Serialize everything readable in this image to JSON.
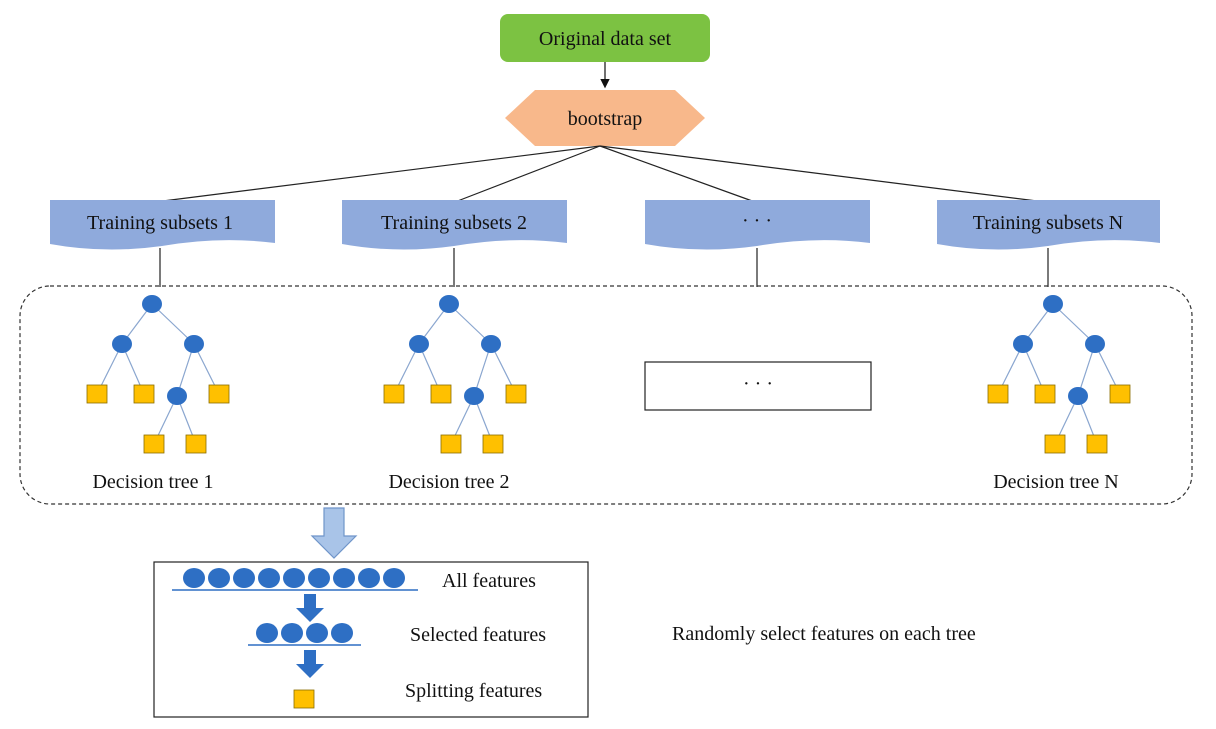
{
  "diagram": {
    "root": {
      "label": "Original data set",
      "color": "#7cc242"
    },
    "bootstrap": {
      "label": "bootstrap",
      "color": "#f8b88b"
    },
    "subsets": [
      {
        "label": "Training subsets 1"
      },
      {
        "label": "Training subsets 2"
      },
      {
        "label": "· · ·"
      },
      {
        "label": "Training subsets N"
      }
    ],
    "subset_color": "#8faadc",
    "trees": [
      {
        "label": "Decision tree 1"
      },
      {
        "label": "Decision tree 2"
      },
      {
        "label": "· · ·"
      },
      {
        "label": "Decision tree N"
      }
    ],
    "node_color": "#2e6fc4",
    "leaf_color": "#ffc000",
    "features": {
      "all_label": "All features",
      "all_count": 9,
      "selected_label": "Selected features",
      "selected_count": 4,
      "splitting_label": "Splitting features"
    },
    "side_note": "Randomly select features on each tree"
  }
}
